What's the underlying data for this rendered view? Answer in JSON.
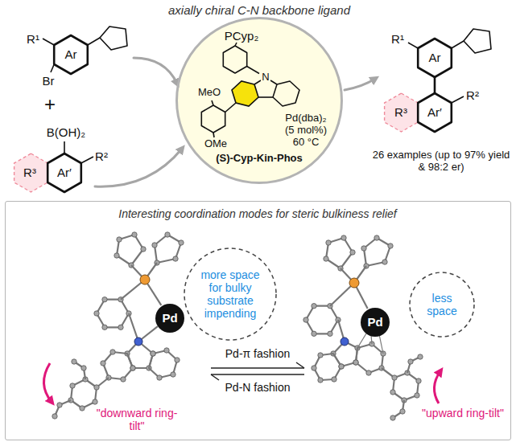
{
  "diagram": {
    "title": "axially chiral C-N backbone ligand",
    "nodes": [
      {
        "text": [
          "(S)-Cyp-Kin-Phos",
          "Pd(dba)₂ (5 mol%) 60 °C"
        ]
      },
      {
        "text": [
          "Interesting coordination modes for steric bulkiness relief"
        ]
      },
      {
        "text": [
          "Pd"
        ],
        "in": 1
      },
      {
        "text": [
          "more space for bulky substrate impending"
        ],
        "in": 1
      },
      {
        "text": [
          "Pd"
        ],
        "in": 1
      },
      {
        "text": [
          "less space"
        ],
        "in": 1
      }
    ],
    "labels": [
      "R¹",
      "Ar",
      "Br",
      "+",
      "B(OH)₂",
      "R³",
      "Ar′",
      "R²",
      "PCyp₂",
      "N",
      "MeO",
      "OMe",
      "R¹",
      "Ar",
      "R³",
      "Ar′",
      "R²",
      "26 examples (up to 97% yield & 98:2 er)",
      "Pd-π fashion",
      "Pd-N fashion",
      "\"downward ring-tilt\"",
      "\"upward ring-tilt\""
    ]
  }
}
